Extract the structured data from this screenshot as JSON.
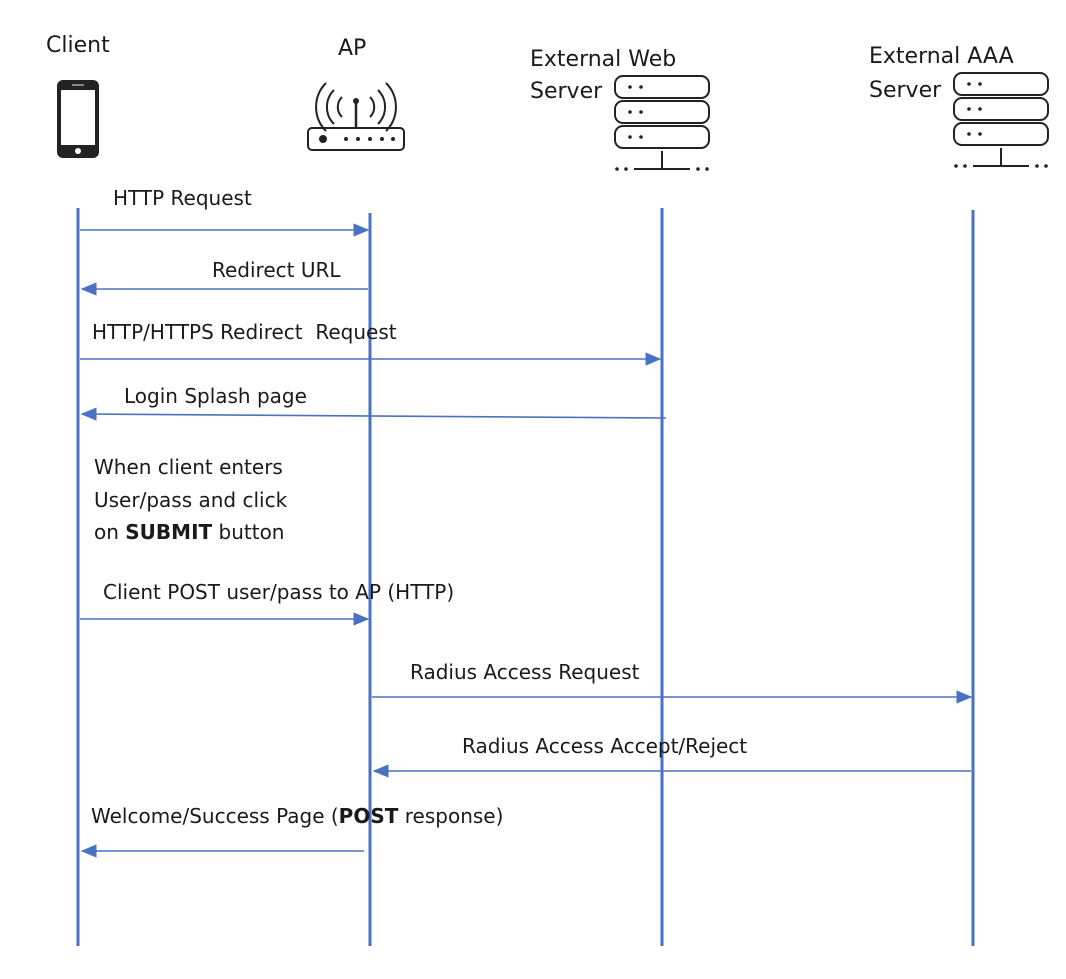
{
  "participants": {
    "client": {
      "label": "Client"
    },
    "ap": {
      "label": "AP"
    },
    "web": {
      "label_line1": "External Web",
      "label_line2": "Server"
    },
    "aaa": {
      "label_line1": "External AAA",
      "label_line2": "Server"
    }
  },
  "icons": {
    "client": "smartphone-icon",
    "ap": "wireless-access-point-icon",
    "web": "server-rack-icon",
    "aaa": "server-rack-icon"
  },
  "colors": {
    "lifeline": "#4a72c4",
    "text": "#1a1a1a"
  },
  "messages": [
    {
      "id": "m1",
      "from": "client",
      "to": "ap",
      "label": "HTTP Request"
    },
    {
      "id": "m2",
      "from": "ap",
      "to": "client",
      "label": "Redirect URL"
    },
    {
      "id": "m3",
      "from": "client",
      "to": "web",
      "label": "HTTP/HTTPS Redirect  Request"
    },
    {
      "id": "m4",
      "from": "web",
      "to": "client",
      "label": "Login Splash page"
    },
    {
      "id": "m5",
      "from": "client",
      "to": "ap",
      "label": "Client POST user/pass to AP (HTTP)"
    },
    {
      "id": "m6",
      "from": "ap",
      "to": "aaa",
      "label": "Radius Access Request"
    },
    {
      "id": "m7",
      "from": "aaa",
      "to": "ap",
      "label": "Radius Access Accept/Reject"
    },
    {
      "id": "m8",
      "from": "ap",
      "to": "client",
      "label_pre": "Welcome/Success Page (",
      "label_bold": "POST",
      "label_post": " response)"
    }
  ],
  "note": {
    "line1": "When client enters",
    "line2": "User/pass and click",
    "line3_pre": "on ",
    "line3_bold": "SUBMIT",
    "line3_post": " button"
  }
}
